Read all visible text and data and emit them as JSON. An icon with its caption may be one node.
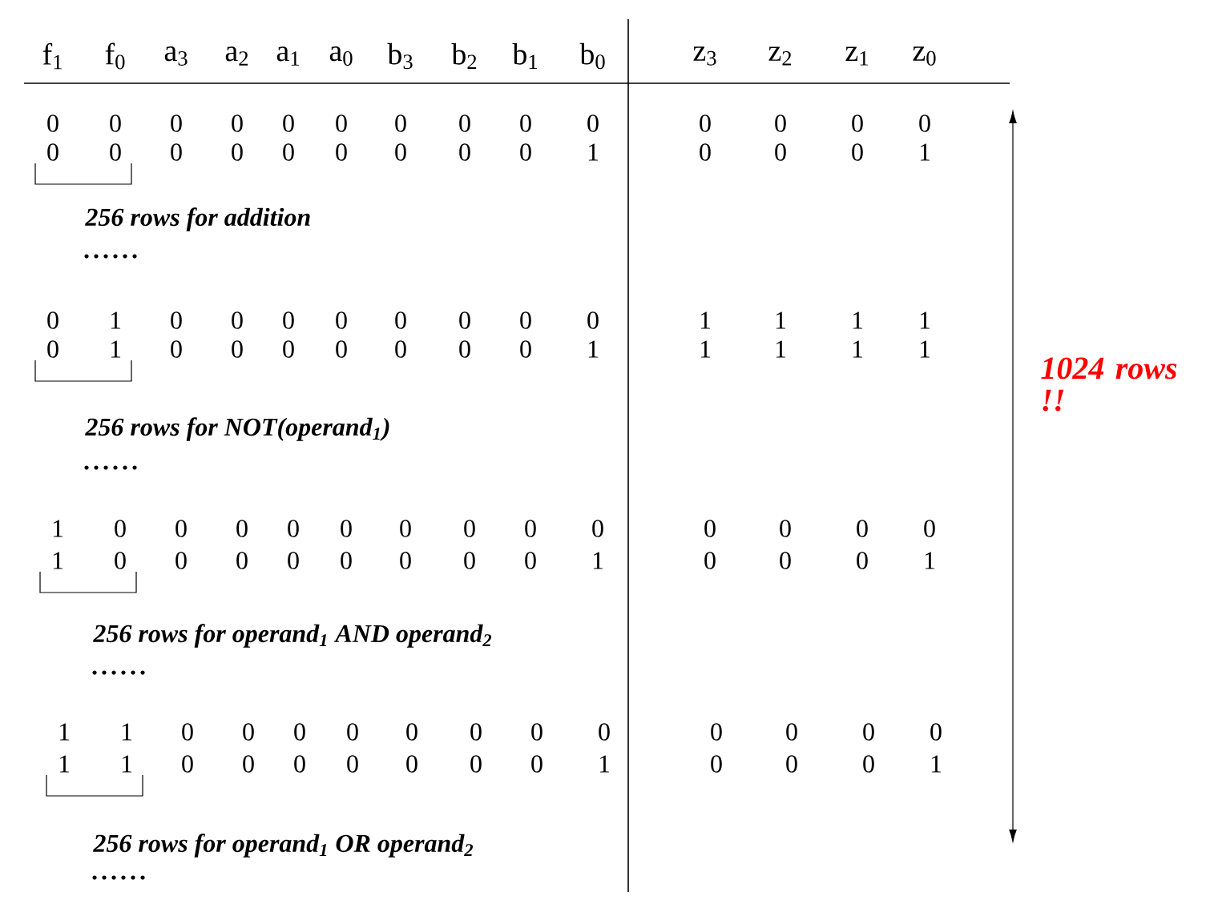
{
  "diagram": {
    "labels": [
      "f$_{1}$",
      "f$_{0}$",
      "a$_{3}$",
      "a$_{2}$",
      "a$_{1}$",
      "a$_{0}$",
      "b$_{3}$",
      "b$_{2}$",
      "b$_{1}$",
      "b$_{0}$",
      "z$_{3}$",
      "z$_{2}$",
      "z$_{1}$",
      "z$_{0}$",
      "0",
      "0",
      "0",
      "0",
      "0",
      "0",
      "0",
      "0",
      "0",
      "0",
      "0",
      "0",
      "0",
      "0",
      "0",
      "0",
      "0",
      "0",
      "0",
      "0",
      "0",
      "0",
      "0",
      "1",
      "0",
      "0",
      "0",
      "1",
      "256 rows for addition",
      "0",
      "1",
      "0",
      "0",
      "0",
      "0",
      "0",
      "0",
      "0",
      "0",
      "1",
      "1",
      "1",
      "1",
      "0",
      "1",
      "0",
      "0",
      "0",
      "0",
      "0",
      "0",
      "0",
      "1",
      "1",
      "1",
      "1",
      "1",
      "256 rows for NOT(operand$_{1}$)",
      "1",
      "0",
      "0",
      "0",
      "0",
      "0",
      "0",
      "0",
      "0",
      "0",
      "0",
      "0",
      "0",
      "0",
      "1",
      "0",
      "0",
      "0",
      "0",
      "0",
      "0",
      "0",
      "0",
      "1",
      "0",
      "0",
      "0",
      "1",
      "256 rows for operand$_{1}$ AND operand$_{2}$",
      "1",
      "1",
      "0",
      "0",
      "0",
      "0",
      "0",
      "0",
      "0",
      "0",
      "0",
      "0",
      "0",
      "0",
      "1",
      "1",
      "0",
      "0",
      "0",
      "0",
      "0",
      "0",
      "0",
      "1",
      "0",
      "0",
      "0",
      "1",
      "256 rows for operand$_{1}$ OR operand$_{2}$",
      "1024 rows !!"
    ]
  }
}
